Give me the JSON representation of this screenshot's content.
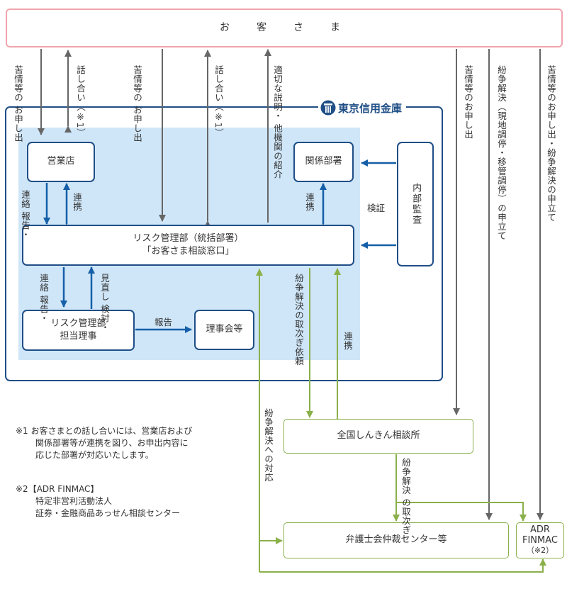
{
  "customer": "お　客　さ　ま",
  "brand": "東京信用金庫",
  "boxes": {
    "sales": "営業店",
    "related": "関係部署",
    "audit": "内部監査",
    "risk_line1": "リスク管理部（統括部署）",
    "risk_line2": "「お客さま相談窓口」",
    "director_line1": "リスク管理部",
    "director_line2": "担当理事",
    "board": "理事会等",
    "zenkoku": "全国しんきん相談所",
    "bengoshi": "弁護士会仲裁センター等",
    "adr_line1": "ADR",
    "adr_line2": "FINMAC",
    "adr_line3": "（※2）"
  },
  "labels": {
    "complaint_1": "苦情等の お申し出",
    "discussion_1": "話し合い（※1）",
    "complaint_2": "苦情等の お申し出",
    "discussion_2": "話し合い（※1）",
    "intro": "適切な説明・ 他機関の紹介",
    "complaint_3": "苦情等のお申し出",
    "dispute_request": "紛争解決（現地調停・移管調停）の申立て",
    "complaint_dispute": "苦情等のお申し出・紛争解決の申立て",
    "report_1": "連絡 報告・",
    "coop_1": "連携",
    "coop_2": "連携",
    "verify": "検証",
    "report_2": "連絡 報告・",
    "review": "見直し 検討・",
    "report_3": "報告",
    "dispute_refer": "紛争解決の取次ぎ依頼",
    "coop_3": "連携",
    "dispute_response": "紛争解決への対応",
    "dispute_forward": "紛争解決 の取次ぎ"
  },
  "notes": {
    "n1_line1": "※1 お客さまとの話し合いには、営業店および",
    "n1_line2": "関係部署等が連携を図り、お申出内容に",
    "n1_line3": "応じた部署が対応いたします。",
    "n2_line1": "※2【ADR FINMAC】",
    "n2_line2": "特定非営利活動法人",
    "n2_line3": "証券・金融商品あっせん相談センター"
  },
  "colors": {
    "navy": "#1f4e86",
    "blue_arrow": "#155fa8",
    "gray_arrow": "#666666",
    "green": "#8ab04a",
    "light_blue": "#cfe6f8",
    "pink": "#f0a5ad"
  }
}
